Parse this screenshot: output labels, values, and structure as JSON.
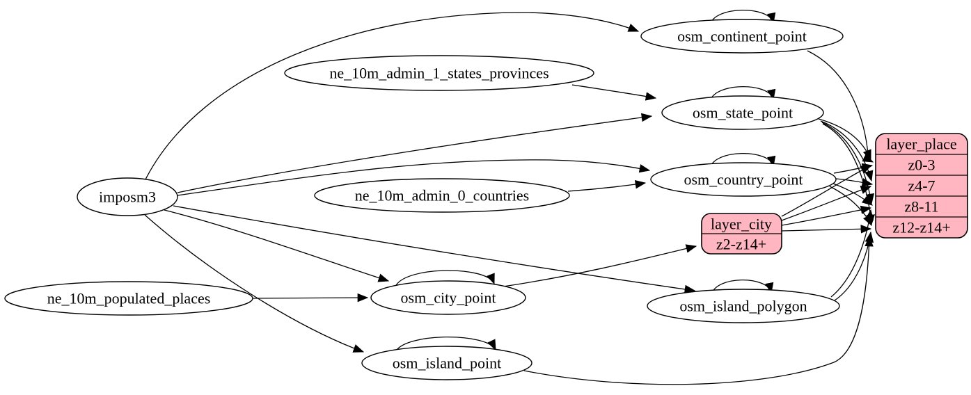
{
  "diagram": {
    "type": "graphviz-etl-flow",
    "colors": {
      "background": "#ffffff",
      "edge": "#000000",
      "node_fill": "#ffffff",
      "record_fill": "#ffb6c1",
      "outline": "#000000"
    },
    "nodes": {
      "imposm3": "imposm3",
      "ne_10m_admin_1_states_provinces": "ne_10m_admin_1_states_provinces",
      "ne_10m_admin_0_countries": "ne_10m_admin_0_countries",
      "ne_10m_populated_places": "ne_10m_populated_places",
      "osm_continent_point": "osm_continent_point",
      "osm_state_point": "osm_state_point",
      "osm_country_point": "osm_country_point",
      "osm_city_point": "osm_city_point",
      "osm_island_polygon": "osm_island_polygon",
      "osm_island_point": "osm_island_point"
    },
    "records": {
      "layer_place": {
        "title": "layer_place",
        "rows": [
          "z0-3",
          "z4-7",
          "z8-11",
          "z12-z14+"
        ]
      },
      "layer_city": {
        "title": "layer_city",
        "rows": [
          "z2-z14+"
        ]
      }
    },
    "edges": [
      {
        "from": "imposm3",
        "to": "osm_continent_point"
      },
      {
        "from": "imposm3",
        "to": "osm_state_point"
      },
      {
        "from": "imposm3",
        "to": "osm_country_point"
      },
      {
        "from": "imposm3",
        "to": "osm_city_point"
      },
      {
        "from": "imposm3",
        "to": "osm_island_polygon"
      },
      {
        "from": "imposm3",
        "to": "osm_island_point"
      },
      {
        "from": "ne_10m_admin_1_states_provinces",
        "to": "osm_state_point"
      },
      {
        "from": "ne_10m_admin_0_countries",
        "to": "osm_country_point"
      },
      {
        "from": "ne_10m_populated_places",
        "to": "osm_city_point"
      },
      {
        "from": "osm_continent_point",
        "to": "osm_continent_point"
      },
      {
        "from": "osm_state_point",
        "to": "osm_state_point"
      },
      {
        "from": "osm_country_point",
        "to": "osm_country_point"
      },
      {
        "from": "osm_city_point",
        "to": "osm_city_point"
      },
      {
        "from": "osm_island_polygon",
        "to": "osm_island_polygon"
      },
      {
        "from": "osm_island_point",
        "to": "osm_island_point"
      },
      {
        "from": "osm_continent_point",
        "to": "layer_place:z0-3"
      },
      {
        "from": "osm_state_point",
        "to": "layer_place:z0-3"
      },
      {
        "from": "osm_state_point",
        "to": "layer_place:z4-7"
      },
      {
        "from": "osm_state_point",
        "to": "layer_place:z8-11"
      },
      {
        "from": "osm_state_point",
        "to": "layer_place:z12-z14+"
      },
      {
        "from": "osm_country_point",
        "to": "layer_place:z0-3"
      },
      {
        "from": "osm_country_point",
        "to": "layer_place:z4-7"
      },
      {
        "from": "osm_country_point",
        "to": "layer_place:z8-11"
      },
      {
        "from": "osm_country_point",
        "to": "layer_place:z12-z14+"
      },
      {
        "from": "osm_city_point",
        "to": "layer_city:z2-z14+"
      },
      {
        "from": "layer_city",
        "to": "layer_place:z0-3"
      },
      {
        "from": "layer_city",
        "to": "layer_place:z4-7"
      },
      {
        "from": "layer_city",
        "to": "layer_place:z8-11"
      },
      {
        "from": "layer_city",
        "to": "layer_place:z12-z14+"
      },
      {
        "from": "osm_island_polygon",
        "to": "layer_place:z8-11"
      },
      {
        "from": "osm_island_polygon",
        "to": "layer_place:z12-z14+"
      },
      {
        "from": "osm_island_point",
        "to": "layer_place:z12-z14+"
      }
    ]
  }
}
